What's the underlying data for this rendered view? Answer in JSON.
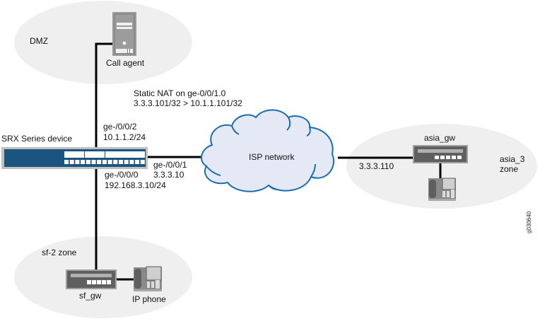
{
  "zones": {
    "dmz": "DMZ",
    "sf2": "sf-2 zone",
    "asia3_line1": "asia_3",
    "asia3_line2": "zone"
  },
  "devices": {
    "call_agent": "Call agent",
    "srx": "SRX Series device",
    "isp": "ISP network",
    "asia_gw": "asia_gw",
    "sf_gw": "sf_gw",
    "ip_phone": "IP phone"
  },
  "nat_note": {
    "line1": "Static NAT on ge-0/0/1.0",
    "line2": "3.3.3.101/32 > 10.1.1.101/32"
  },
  "interfaces": {
    "ge002_name": "ge-/0/0/2",
    "ge002_ip": "10.1.1.2/24",
    "ge001_name": "ge-/0/0/1",
    "ge001_ip": "3.3.3.10",
    "ge000_name": "ge-/0/0/0",
    "ge000_ip": "192.168.3.10/24",
    "asia_link_ip": "3.3.3.110"
  },
  "figure_id": "g030640",
  "colors": {
    "zone_fill": "#efefef",
    "cloud_fill": "#e4e9f5",
    "cloud_stroke": "#1a6db3",
    "srx_body": "#1c5480",
    "device_gray": "#5f5f5f"
  }
}
